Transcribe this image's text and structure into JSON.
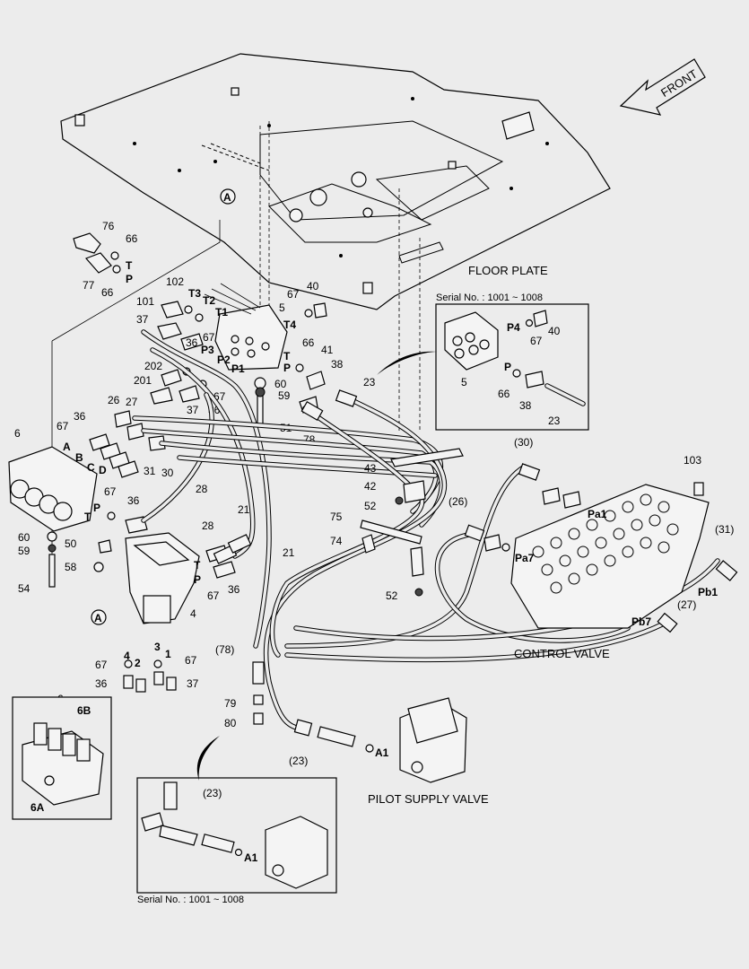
{
  "captions": {
    "floor_plate": "FLOOR PLATE",
    "control_valve": "CONTROL VALVE",
    "pilot_supply_valve": "PILOT SUPPLY VALVE",
    "front": "FRONT"
  },
  "inset_top": {
    "serial": "Serial No. : 1001 ~ 1008",
    "labels": [
      "P4",
      "40",
      "67",
      "5",
      "P",
      "66",
      "38",
      "23"
    ]
  },
  "inset_bottom": {
    "serial": "Serial No. : 1001 ~ 1008",
    "labels": [
      "(23)",
      "A1"
    ]
  },
  "inset_left": {
    "labels": [
      "6",
      "6B",
      "6A"
    ]
  },
  "callouts": {
    "c76": "76",
    "c66a": "66",
    "c77": "77",
    "c66b": "66",
    "cT1": "T",
    "cP1": "P",
    "c67a": "67",
    "c40": "40",
    "c102": "102",
    "c101": "101",
    "c37a": "37",
    "c36a": "36",
    "cT3": "T3",
    "cT2": "T2",
    "cT1b": "T1",
    "c5": "5",
    "cT4": "T4",
    "c67b": "67",
    "cP3": "P3",
    "cP2": "P2",
    "cP1b": "P1",
    "cT": "T",
    "cP": "P",
    "c66c": "66",
    "c41": "41",
    "c38": "38",
    "c23": "23",
    "c60a": "60",
    "c59a": "59",
    "c51": "51",
    "c78": "78",
    "c202": "202",
    "c201": "201",
    "c37b": "37",
    "c36b": "36",
    "c67c": "67",
    "cA_top": "A",
    "c26": "26",
    "c27": "27",
    "c36c": "36",
    "c67d": "67",
    "c6": "6",
    "cA": "A",
    "cB": "B",
    "cC": "C",
    "cD": "D",
    "c31": "31",
    "c30": "30",
    "c28a": "28",
    "c28b": "28",
    "c21a": "21",
    "c21b": "21",
    "c67e": "67",
    "c36d": "36",
    "cT5": "T",
    "cP5": "P",
    "c60b": "60",
    "c59b": "59",
    "c50": "50",
    "c58": "58",
    "c54": "54",
    "cT6": "T",
    "cP6": "P",
    "c67f": "67",
    "c36e": "36",
    "cA_mid": "A",
    "c4": "4",
    "c4n": "4",
    "c2n": "2",
    "c3n": "3",
    "c1n": "1",
    "c67g": "67",
    "c67h": "67",
    "c36f": "36",
    "c37c": "37",
    "c43": "43",
    "c42": "42",
    "c52a": "52",
    "c75": "75",
    "c74": "74",
    "c52b": "52",
    "c30p": "(30)",
    "c103": "103",
    "c26p": "(26)",
    "cPa1": "Pa1",
    "cPa7": "Pa7",
    "c31p": "(31)",
    "cPb1": "Pb1",
    "c27p": "(27)",
    "cPb7": "Pb7",
    "c78p": "(78)",
    "c79": "79",
    "c80": "80",
    "c23p": "(23)",
    "cA1": "A1"
  }
}
